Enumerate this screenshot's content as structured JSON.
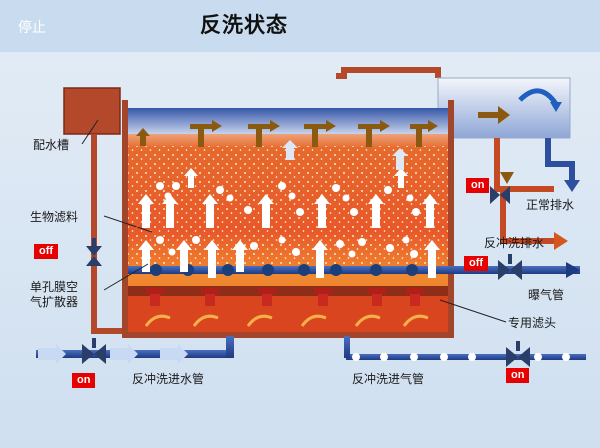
{
  "header": {
    "status_text": "停止",
    "title": "反洗状态"
  },
  "labels": {
    "distribution_tank": "配水槽",
    "bio_media": "生物滤料",
    "diffuser_line1": "单孔膜空",
    "diffuser_line2": "气扩散器",
    "normal_drain": "正常排水",
    "backwash_drain": "反冲洗排水",
    "aeration_pipe": "曝气管",
    "filter_head": "专用滤头",
    "backwash_water_inlet": "反冲洗进水管",
    "backwash_air_inlet": "反冲洗进气管"
  },
  "valves": {
    "left_valve_state": "off",
    "drain_valve_state": "on",
    "aeration_valve_state": "off",
    "water_inlet_valve_state": "on",
    "air_inlet_valve_state": "on"
  },
  "colors": {
    "badge": "#e60000",
    "water_pipe": "#2d4f9e",
    "tank_wall": "#a3452b",
    "filter_media": "#e8602a",
    "flow_arrow": "#8a5a10"
  }
}
